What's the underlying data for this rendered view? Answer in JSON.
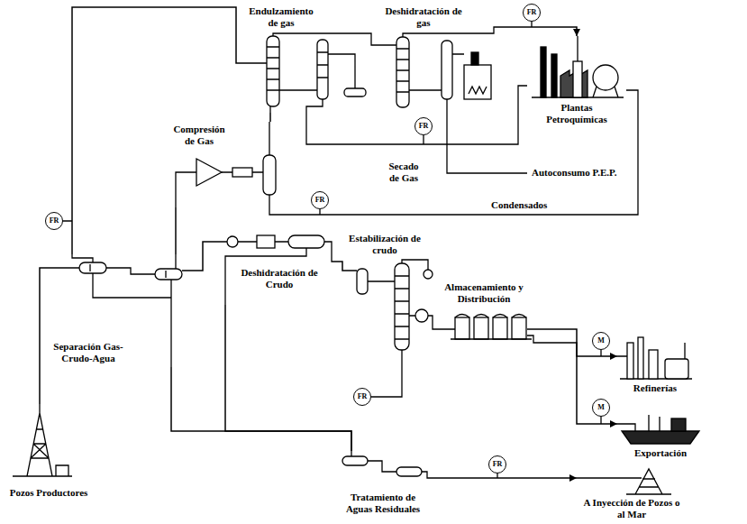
{
  "diagram": {
    "nodes": [
      {
        "text": [
          "Endulzamiento de gas"
        ]
      },
      {
        "text": [
          "Deshidratación de gas"
        ]
      },
      {
        "text": [
          "FR"
        ]
      },
      {
        "text": [
          "Plantas Petroquímicas"
        ]
      },
      {
        "text": [
          "Compresión de Gas"
        ]
      },
      {
        "text": [
          "FR"
        ]
      },
      {
        "text": [
          "FR"
        ]
      },
      {
        "text": [
          "FR"
        ]
      },
      {
        "text": [
          "Estabilización de crudo"
        ]
      },
      {
        "text": [
          "Deshidratación de Crudo"
        ]
      },
      {
        "text": [
          "Almacenamiento y Distribución"
        ]
      },
      {
        "text": [
          "Separación Gas-Crudo-Agua"
        ]
      },
      {
        "text": [
          "M"
        ]
      },
      {
        "text": [
          "Refinerías"
        ]
      },
      {
        "text": [
          "FR"
        ]
      },
      {
        "text": [
          "M"
        ]
      },
      {
        "text": [
          "Exportación"
        ]
      },
      {
        "text": [
          "FR"
        ]
      },
      {
        "text": [
          "Pozos Productores"
        ]
      },
      {
        "text": [
          "Tratamiento de Aguas Residuales"
        ]
      },
      {
        "text": [
          "A Inyección de Pozos o al Mar"
        ]
      }
    ],
    "edges": [
      {
        "from": 18,
        "to": 11,
        "arrow": "none"
      },
      {
        "from": 11,
        "to": 0,
        "arrow": "none"
      },
      {
        "from": 11,
        "to": 4,
        "arrow": "none"
      },
      {
        "from": 4,
        "to": 0,
        "arrow": "none"
      },
      {
        "from": 0,
        "to": 1,
        "arrow": "none"
      },
      {
        "from": 1,
        "to": 3,
        "arrow": "to"
      },
      {
        "from": 11,
        "to": 9,
        "arrow": "none"
      },
      {
        "from": 9,
        "to": 8,
        "arrow": "none"
      },
      {
        "from": 8,
        "to": 10,
        "arrow": "none"
      },
      {
        "from": 10,
        "to": 13,
        "arrow": "to"
      },
      {
        "from": 10,
        "to": 16,
        "arrow": "to"
      },
      {
        "from": 11,
        "to": 19,
        "arrow": "none"
      },
      {
        "from": 9,
        "to": 19,
        "arrow": "none"
      },
      {
        "from": 19,
        "to": 20,
        "arrow": "to"
      }
    ],
    "labels": [
      "Secado de Gas",
      "Autoconsumo P.E.P.",
      "Condensados"
    ]
  }
}
